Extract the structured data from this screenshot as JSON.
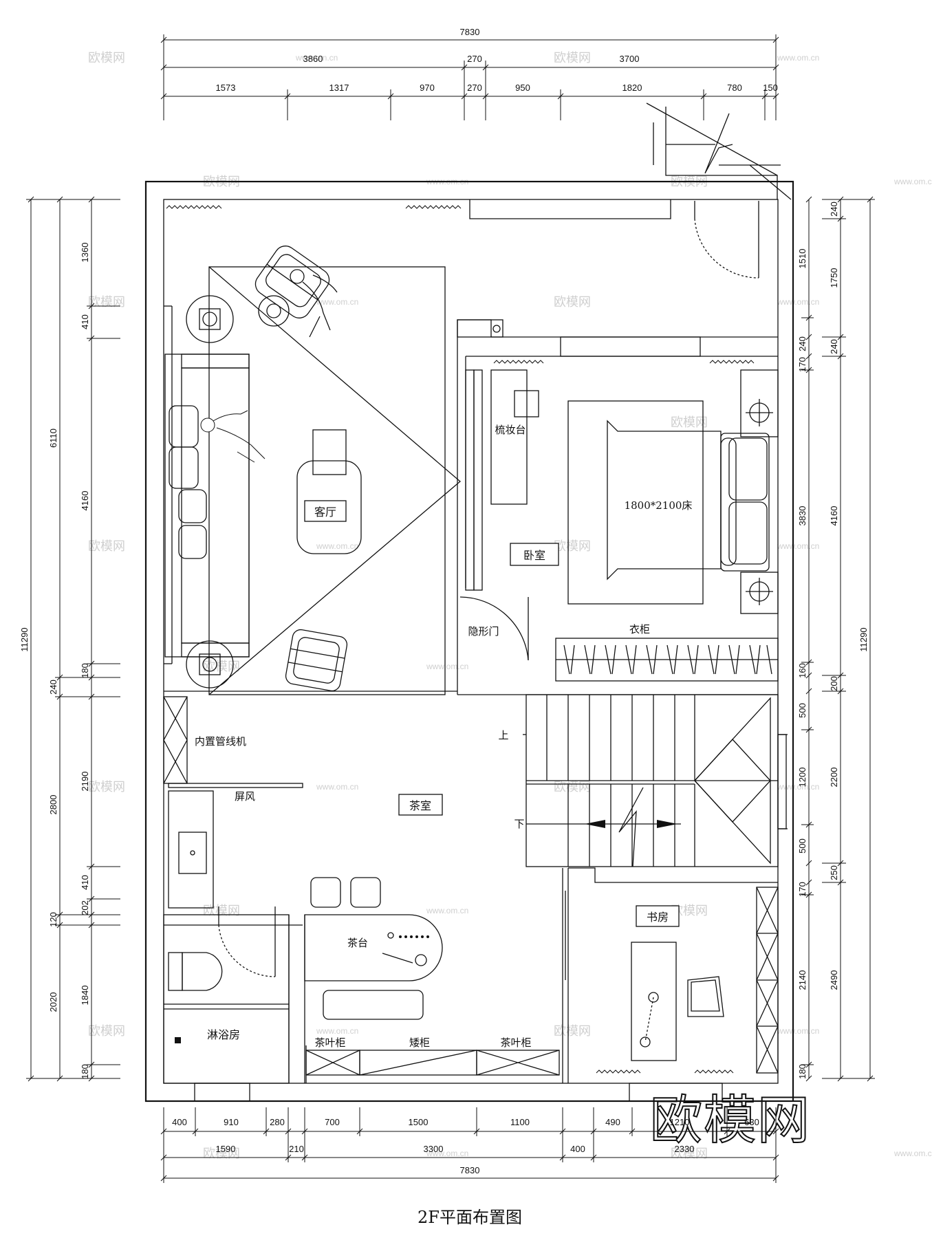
{
  "title": "2F平面布置图",
  "logo_text": "欧模网",
  "watermark": {
    "text": "欧模网",
    "url": "www.om.cn"
  },
  "rooms": {
    "living": "客厅",
    "bedroom": "卧室",
    "tea_room": "茶室",
    "study": "书房",
    "shower": "淋浴房"
  },
  "labels": {
    "dresser": "梳妆台",
    "bed": "1800*2100床",
    "hidden_door": "隐形门",
    "wardrobe": "衣柜",
    "pipe_unit": "内置管线机",
    "screen": "屏风",
    "tea_table": "茶台",
    "tea_cabinet_left": "茶叶柜",
    "low_cabinet": "矮柜",
    "tea_cabinet_right": "茶叶柜",
    "stair_up": "上",
    "stair_down": "下"
  },
  "dimensions": {
    "top_total": "7830",
    "top_row2": [
      "3860",
      "270",
      "3700"
    ],
    "top_row3": [
      "1573",
      "1317",
      "970",
      "270",
      "950",
      "1820",
      "780",
      "150"
    ],
    "left_total": "11290",
    "left_outer": [
      "6110",
      "240",
      "2800",
      "120",
      "2020"
    ],
    "left_inner": [
      "1360",
      "410",
      "4160",
      "180",
      "2190",
      "410",
      "202",
      "1840",
      "180"
    ],
    "right_total": "11290",
    "right_outer": [
      "240",
      "1750",
      "240",
      "4160",
      "200",
      "2200",
      "250",
      "2490"
    ],
    "right_inner": [
      "1510",
      "240",
      "170",
      "3830",
      "160",
      "500",
      "1200",
      "500",
      "170",
      "2140",
      "180"
    ],
    "bottom_row1": [
      "400",
      "910",
      "280",
      "700",
      "1500",
      "1100",
      "490",
      "1210",
      "630"
    ],
    "bottom_row2": [
      "1590",
      "210",
      "3300",
      "400",
      "2330"
    ],
    "bottom_total": "7830"
  }
}
